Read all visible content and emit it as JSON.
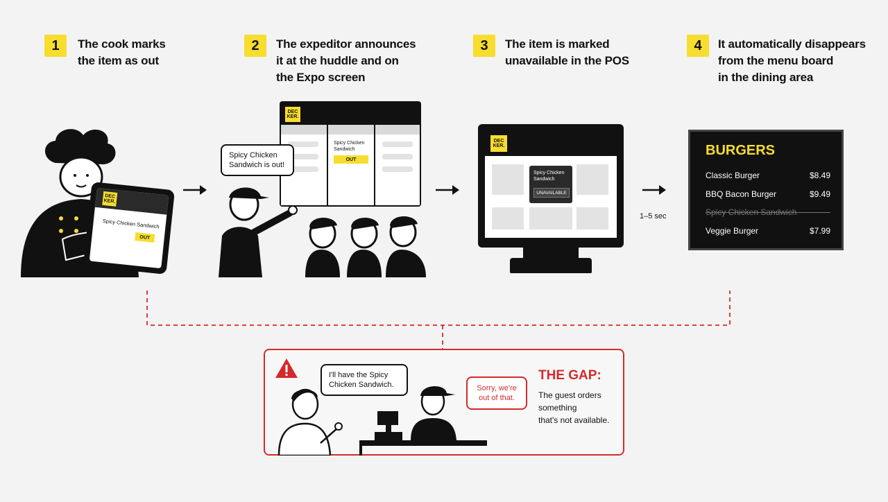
{
  "steps": [
    {
      "number": "1",
      "title": "The cook marks\nthe item as out"
    },
    {
      "number": "2",
      "title": "The expeditor announces\nit at the huddle and on\nthe Expo screen"
    },
    {
      "number": "3",
      "title": "The item is marked\nunavailable in the POS"
    },
    {
      "number": "4",
      "title": "It automatically disappears\nfrom the menu board\nin the dining area"
    }
  ],
  "logo_text": "DEC\nKER.",
  "tablet": {
    "item": "Spicy Chicken Sandwich",
    "status": "OUT"
  },
  "expo": {
    "bubble": "Spicy Chicken\nSandwich is out!",
    "card_item": "Spicy Chicken\nSandwich",
    "card_status": "OUT"
  },
  "pos": {
    "item": "Spicy Chicken\nSandwich",
    "status": "UNAVAILABLE"
  },
  "delay_label": "1–5 sec",
  "menu_board": {
    "heading": "BURGERS",
    "items": [
      {
        "name": "Classic Burger",
        "price": "$8.49"
      },
      {
        "name": "BBQ Bacon Burger",
        "price": "$9.49"
      },
      {
        "name": "Spicy Chicken Sandwich",
        "price": "",
        "removed": true
      },
      {
        "name": "Veggie Burger",
        "price": "$7.99"
      }
    ]
  },
  "gap": {
    "guest_bubble": "I'll have the Spicy\nChicken Sandwich.",
    "staff_bubble": "Sorry, we're\nout of that.",
    "title": "THE GAP:",
    "description": "The guest orders\nsomething\nthat's not available."
  },
  "colors": {
    "accent_yellow": "#f7dd2e",
    "alert_red": "#d42a2a",
    "ink": "#111111",
    "background": "#f3f3f3"
  }
}
